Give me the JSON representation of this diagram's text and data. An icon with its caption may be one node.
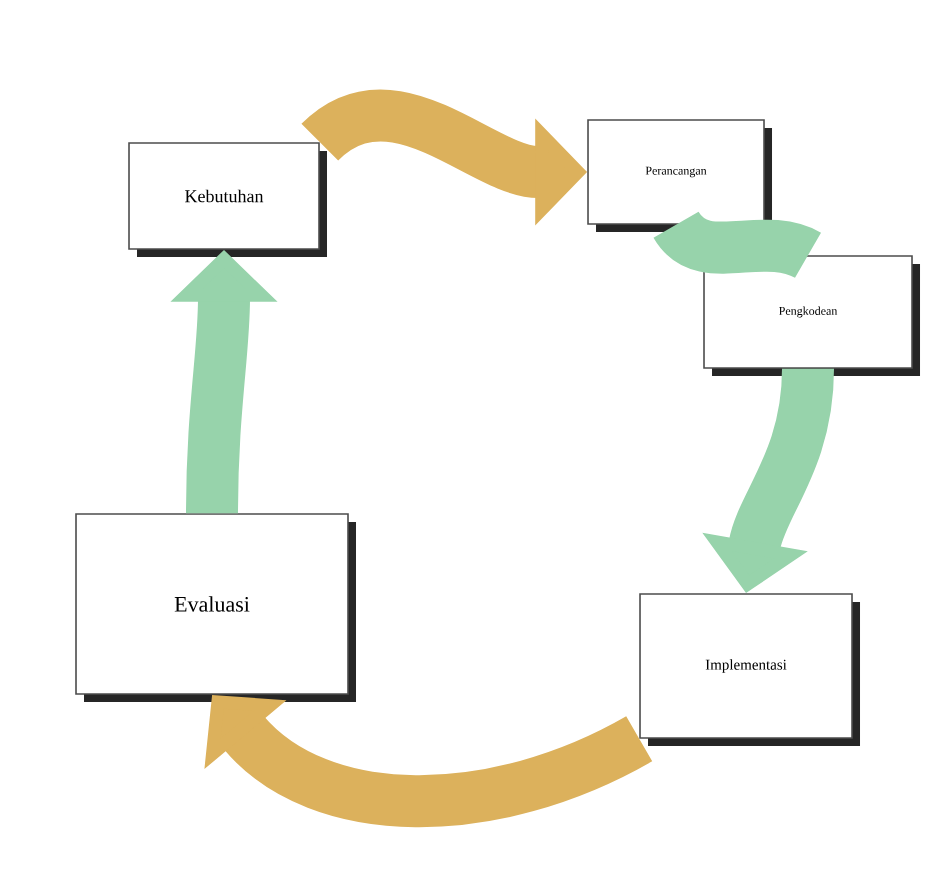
{
  "diagram": {
    "nodes": [
      {
        "text": [
          "Kebutuhan"
        ]
      },
      {
        "text": [
          "Perancangan"
        ]
      },
      {
        "text": [
          "Pengkodean"
        ]
      },
      {
        "text": [
          "Implementasi"
        ]
      },
      {
        "text": [
          "Evaluasi"
        ]
      }
    ],
    "edges": [
      {
        "from": 0,
        "to": 1,
        "arrow": "to",
        "color": "#dcb15c"
      },
      {
        "from": 1,
        "to": 2,
        "arrow": "none",
        "color": "#97d3ab"
      },
      {
        "from": 2,
        "to": 3,
        "arrow": "to",
        "color": "#97d3ab"
      },
      {
        "from": 3,
        "to": 4,
        "arrow": "to",
        "color": "#dcb15c"
      },
      {
        "from": 4,
        "to": 0,
        "arrow": "to",
        "color": "#97d3ab"
      }
    ]
  }
}
